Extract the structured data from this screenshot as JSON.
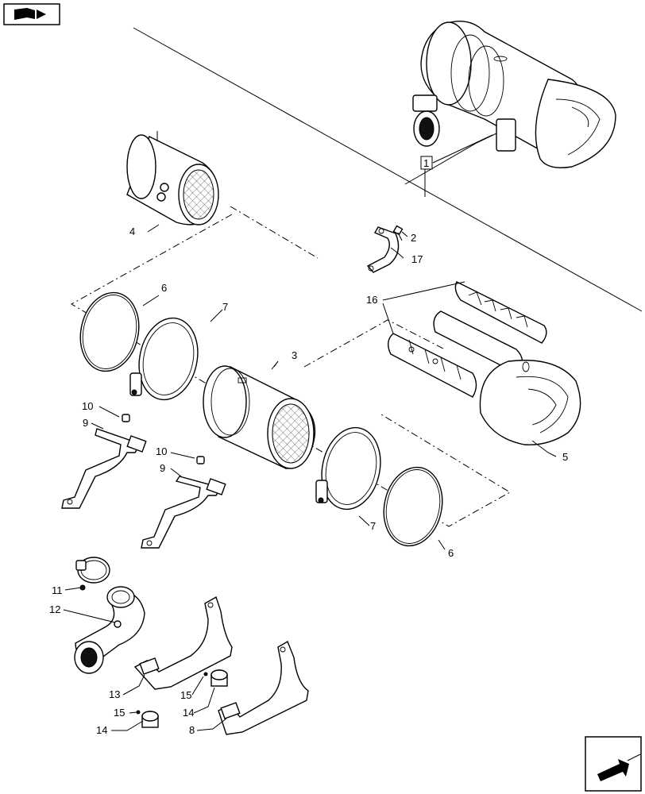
{
  "diagram": {
    "callouts": [
      {
        "id": "c1",
        "text": "1"
      },
      {
        "id": "c2",
        "text": "2"
      },
      {
        "id": "c3",
        "text": "3"
      },
      {
        "id": "c4",
        "text": "4"
      },
      {
        "id": "c5",
        "text": "5"
      },
      {
        "id": "c6a",
        "text": "6"
      },
      {
        "id": "c6b",
        "text": "6"
      },
      {
        "id": "c7a",
        "text": "7"
      },
      {
        "id": "c7b",
        "text": "7"
      },
      {
        "id": "c8",
        "text": "8"
      },
      {
        "id": "c9a",
        "text": "9"
      },
      {
        "id": "c9b",
        "text": "9"
      },
      {
        "id": "c10a",
        "text": "10"
      },
      {
        "id": "c10b",
        "text": "10"
      },
      {
        "id": "c11",
        "text": "11"
      },
      {
        "id": "c12",
        "text": "12"
      },
      {
        "id": "c13",
        "text": "13"
      },
      {
        "id": "c14a",
        "text": "14"
      },
      {
        "id": "c14b",
        "text": "14"
      },
      {
        "id": "c15a",
        "text": "15"
      },
      {
        "id": "c15b",
        "text": "15"
      },
      {
        "id": "c16",
        "text": "16"
      },
      {
        "id": "c17",
        "text": "17"
      }
    ],
    "icons": {
      "top_left": "book-arrow-icon",
      "bottom_right": "next-page-arrow-icon"
    }
  }
}
